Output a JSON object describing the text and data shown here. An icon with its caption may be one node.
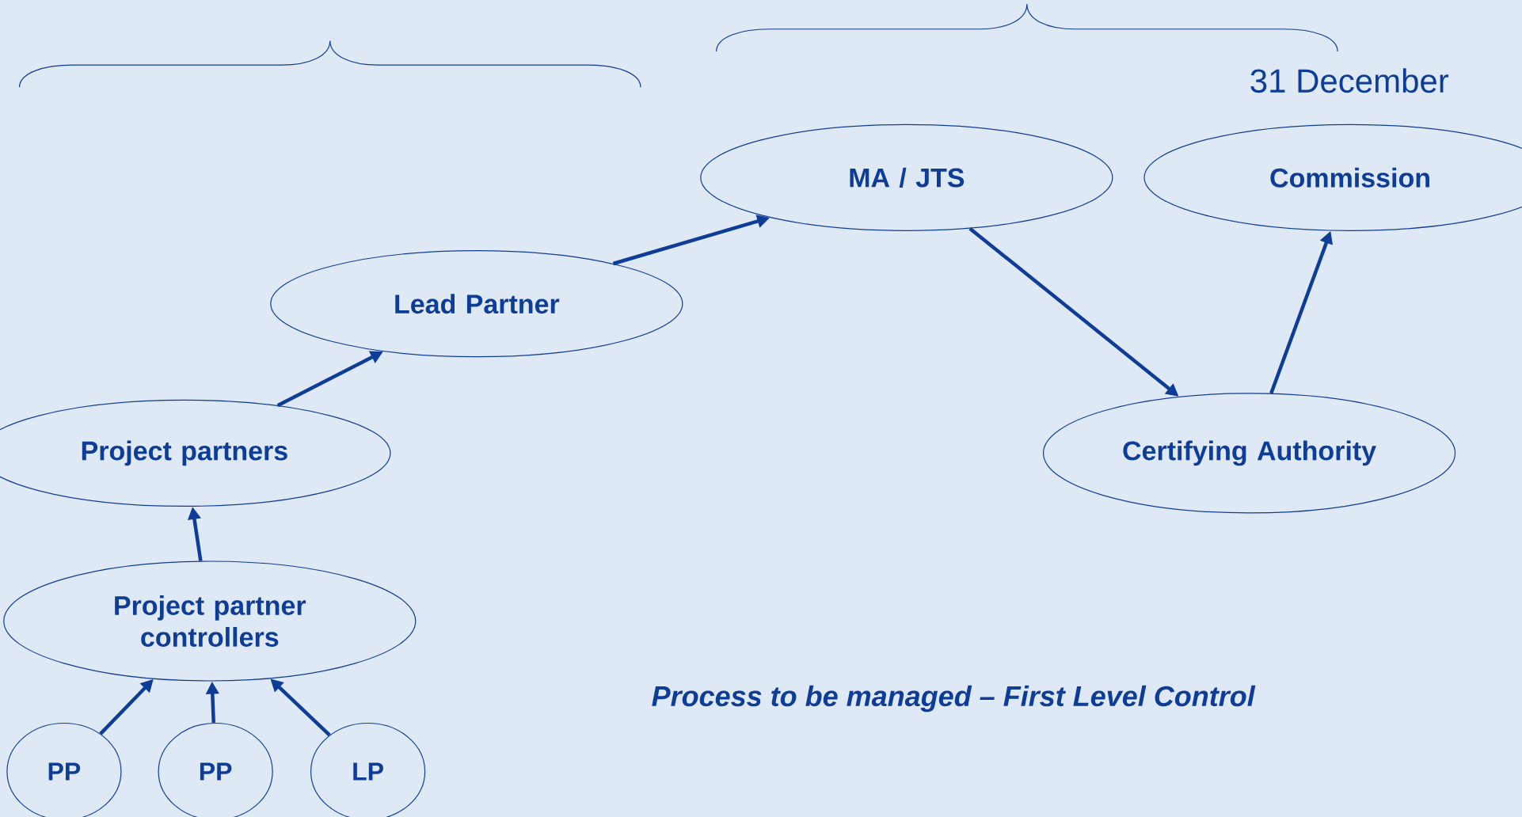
{
  "diagram": {
    "nodes": [
      {
        "text": [
          "MA / JTS"
        ]
      },
      {
        "text": [
          "Commission"
        ]
      },
      {
        "text": [
          "Lead Partner"
        ]
      },
      {
        "text": [
          "Project partners"
        ]
      },
      {
        "text": [
          "Certifying Authority"
        ]
      },
      {
        "text": [
          "Project partner controllers"
        ]
      },
      {
        "text": [
          "PP"
        ]
      },
      {
        "text": [
          "PP"
        ]
      },
      {
        "text": [
          "LP"
        ]
      }
    ],
    "edges": [
      {
        "from": 6,
        "to": 5,
        "arrow": "to"
      },
      {
        "from": 7,
        "to": 5,
        "arrow": "to"
      },
      {
        "from": 8,
        "to": 5,
        "arrow": "to"
      },
      {
        "from": 5,
        "to": 3,
        "arrow": "to"
      },
      {
        "from": 3,
        "to": 2,
        "arrow": "to"
      },
      {
        "from": 2,
        "to": 0,
        "arrow": "to"
      },
      {
        "from": 0,
        "to": 4,
        "arrow": "to"
      },
      {
        "from": 4,
        "to": 1,
        "arrow": "to"
      }
    ],
    "labels": [
      "31 December",
      "Process to be managed – First Level Control"
    ]
  }
}
